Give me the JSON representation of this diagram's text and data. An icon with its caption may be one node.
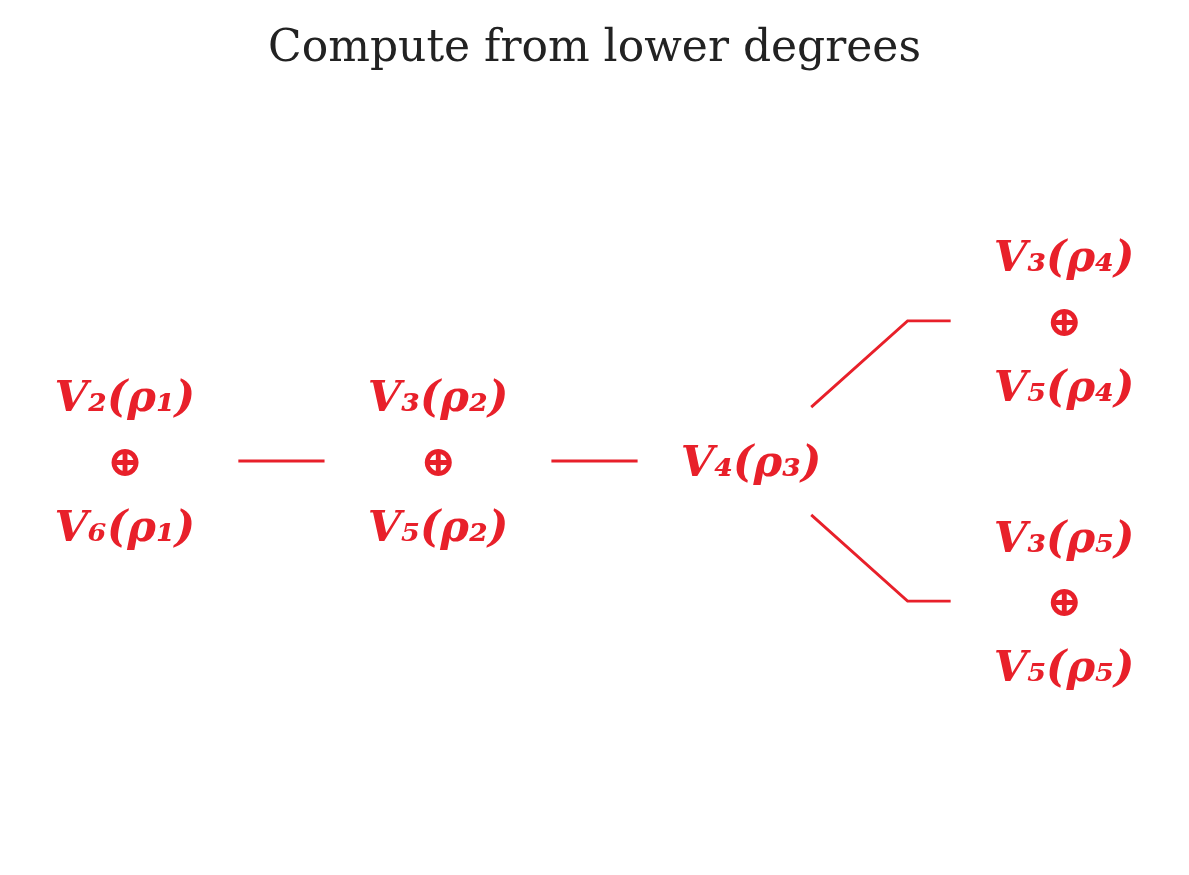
{
  "diagram": {
    "title": "Compute from lower degrees",
    "nodes": [
      {
        "text": [
          "V₂(ρ₁) ⊕ V₆(ρ₁)"
        ]
      },
      {
        "text": [
          "V₃(ρ₂) ⊕ V₅(ρ₂)"
        ]
      },
      {
        "text": [
          "V₄(ρ₃)"
        ]
      },
      {
        "text": [
          "V₃(ρ₄) ⊕ V₅(ρ₄)"
        ]
      },
      {
        "text": [
          "V₃(ρ₅) ⊕ V₅(ρ₅)"
        ]
      }
    ],
    "edges": [
      {
        "from": 0,
        "to": 1,
        "arrow": "none"
      },
      {
        "from": 1,
        "to": 2,
        "arrow": "none"
      },
      {
        "from": 2,
        "to": 3,
        "arrow": "none"
      },
      {
        "from": 2,
        "to": 4,
        "arrow": "none"
      }
    ]
  }
}
